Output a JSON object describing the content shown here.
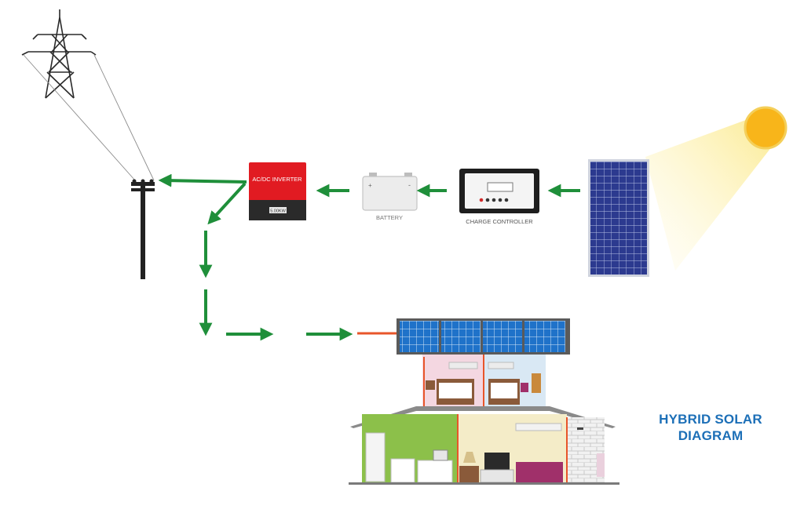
{
  "diagram": {
    "title_line1": "HYBRID SOLAR",
    "title_line2": "DIAGRAM",
    "inverter_label": "AC/DC INVERTER",
    "inverter_rating": "5.00KW",
    "battery_label": "BATTERY",
    "battery_plus": "+",
    "battery_minus": "-",
    "charge_controller_label": "CHARGE CONTROLLER"
  },
  "colors": {
    "arrow": "#1f8f3a",
    "title": "#1c6fb7",
    "inverter_red": "#e11b22",
    "panel_blue": "#2c3a8f",
    "sun": "#f8b51a",
    "wire_orange": "#e8552a"
  },
  "icons": {
    "transmission_tower": "transmission-tower-icon",
    "utility_pole": "utility-pole-icon",
    "inverter": "inverter-icon",
    "battery": "battery-icon",
    "charge_controller": "charge-controller-icon",
    "solar_panel": "solar-panel-icon",
    "sun": "sun-icon",
    "house": "house-icon"
  }
}
